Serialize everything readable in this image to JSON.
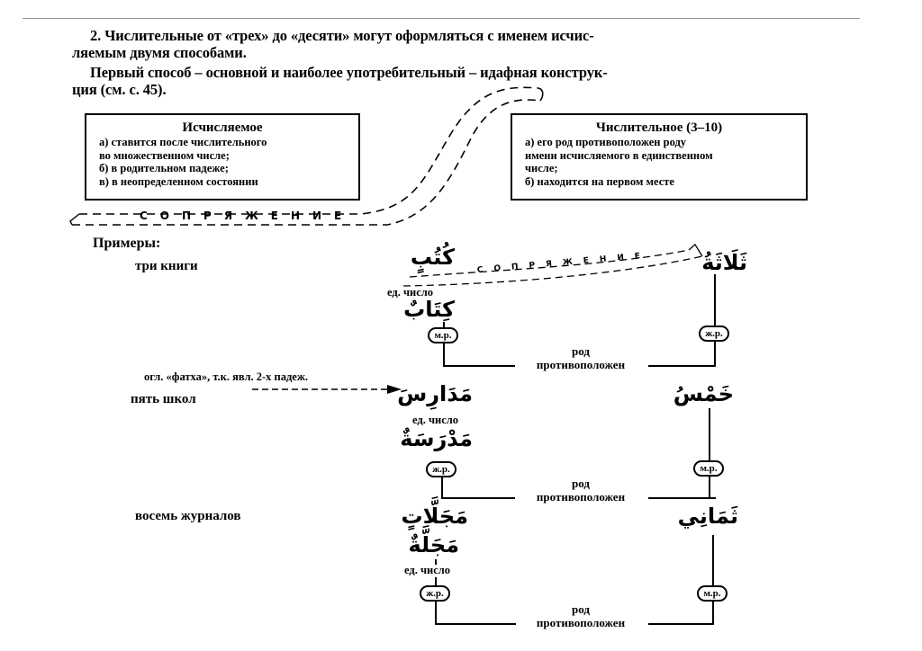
{
  "intro": {
    "line1": "2. Числительные от «трех» до «десяти» могут оформляться с именем исчис-",
    "line1b": "ляемым двумя способами.",
    "line2": "Первый способ – основной и наиболее употребительный – идафная конструк-",
    "line2b": "ция (см. с. 45)."
  },
  "boxes": {
    "left": {
      "title": "Исчисляемое",
      "lines": [
        "а) ставится после числительного",
        "во множественном числе;",
        "б) в родительном падеже;",
        "в) в неопределенном состоянии"
      ]
    },
    "right": {
      "title": "Числительное (3–10)",
      "lines": [
        "а) его род противоположен роду",
        "имени исчисляемого в единственном",
        "числе;",
        "б) находится на первом месте"
      ]
    },
    "connector_label": "СОПРЯЖЕНИЕ"
  },
  "examples": {
    "heading": "Примеры:",
    "items": [
      {
        "russian": "три книги",
        "counted_plural": "كُتُبٍ",
        "singular_label": "ед. число",
        "counted_singular": "كِتَابٌ",
        "counted_gender": "м.р.",
        "numeral": "ثَلَاثَةُ",
        "numeral_gender": "ж.р.",
        "relation_top": "род",
        "relation_bottom": "противоположен",
        "connector_label": "СОПРЯЖЕНИЕ"
      },
      {
        "russian": "пять школ",
        "note": "огл. «фатха», т.к. явл. 2-х падеж.",
        "counted_plural": "مَدَارِسَ",
        "singular_label": "ед. число",
        "counted_singular": "مَدْرَسَةٌ",
        "counted_gender": "ж.р.",
        "numeral": "خَمْسُ",
        "numeral_gender": "м.р.",
        "relation_top": "род",
        "relation_bottom": "противоположен"
      },
      {
        "russian": "восемь журналов",
        "counted_plural": "مَجَلَّاتٍ",
        "singular_label": "ед. число",
        "counted_singular": "مَجَلَّةٌ",
        "counted_gender": "ж.р.",
        "numeral": "ثَمَانِي",
        "numeral_gender": "м.р.",
        "relation_top": "род",
        "relation_bottom": "противоположен"
      }
    ]
  }
}
